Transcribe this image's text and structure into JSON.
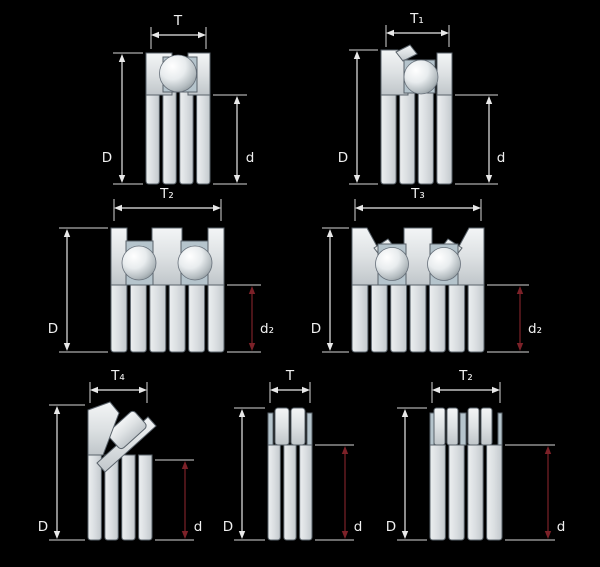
{
  "figure": {
    "background_color": "#000000",
    "dimension_line_color": "#e8e8e8",
    "dimension_accent_color": "#7c2128"
  },
  "diagrams": [
    {
      "width_label": "T",
      "outer_diameter_label": "D",
      "bore_label": "d"
    },
    {
      "width_label": "T₁",
      "outer_diameter_label": "D",
      "bore_label": "d"
    },
    {
      "width_label": "T₂",
      "outer_diameter_label": "D",
      "bore_label": "d₂"
    },
    {
      "width_label": "T₃",
      "outer_diameter_label": "D",
      "bore_label": "d₂"
    },
    {
      "width_label": "T₄",
      "outer_diameter_label": "D",
      "bore_label": "d"
    },
    {
      "width_label": "T",
      "outer_diameter_label": "D",
      "bore_label": "d"
    },
    {
      "width_label": "T₂",
      "outer_diameter_label": "D",
      "bore_label": "d"
    }
  ]
}
